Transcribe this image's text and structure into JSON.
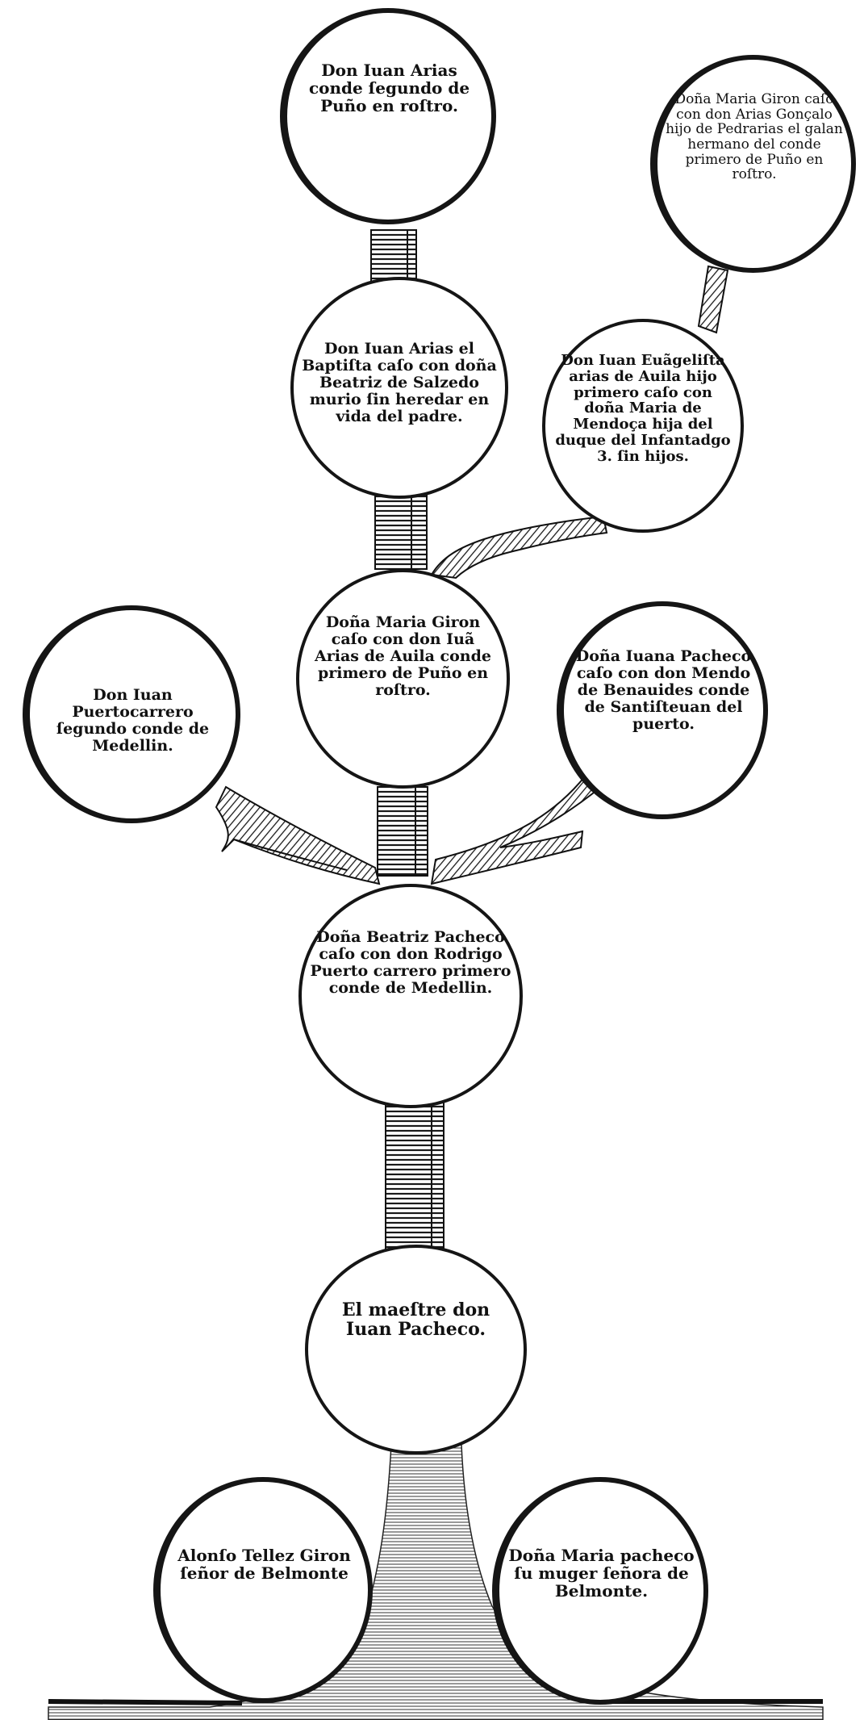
{
  "diagram": {
    "nodes": [
      {
        "id": "juan-arias-2",
        "text": "Don Iuan Arias conde ſegundo de Puño en roſtro."
      },
      {
        "id": "maria-giron-top",
        "text": "Doña Maria Giron caſo con don Arias Gonçalo hijo de Pedrarias el galan hermano del conde primero de Puño en roſtro."
      },
      {
        "id": "juan-arias-baptista",
        "text": "Don Iuan Arias el Baptiſta caſo con doña Beatriz de Salzedo murio ſin heredar en vida del padre."
      },
      {
        "id": "juan-evangelista",
        "text": "Don Iuan Euãgeliſta arias de Auila hijo primero caſo con doña Maria de Mendoça hija del duque del Infantadgo 3. ſin hijos."
      },
      {
        "id": "maria-giron-mid",
        "text": "Doña Maria Giron caſo con don Iuã Arias de Auila conde primero de Puño en roſtro."
      },
      {
        "id": "juan-puertocarrero",
        "text": "Don Iuan Puertocarrero ſegundo conde de Medellin."
      },
      {
        "id": "juana-pacheco",
        "text": "Doña Iuana Pacheco caſo con don Mendo de Benauides conde de Santiſteuan del puerto."
      },
      {
        "id": "beatriz-pacheco",
        "text": "Doña Beatriz Pacheco caſo con don Rodrigo Puerto carrero primero conde de Medellin."
      },
      {
        "id": "juan-pacheco",
        "text": "El maeſtre don Iuan Pacheco."
      },
      {
        "id": "alonso-tellez",
        "text": "Alonſo Tellez Giron ſeñor de Belmonte"
      },
      {
        "id": "maria-pacheco",
        "text": "Doña Maria pacheco ſu muger ſeñora de Belmonte."
      }
    ]
  }
}
